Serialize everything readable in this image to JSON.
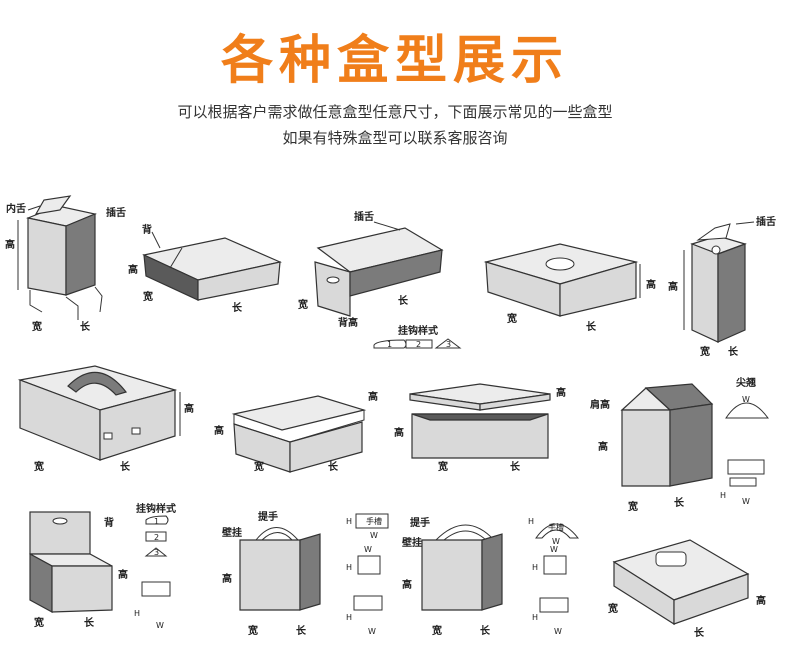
{
  "header": {
    "title": "各种盒型展示",
    "subtitle_1": "可以根据客户需求做任意盒型任意尺寸，下面展示常见的一些盒型",
    "subtitle_2": "如果有特殊盒型可以联系客服咨询"
  },
  "labels": {
    "inner_tongue": "内舌",
    "tuck": "插舌",
    "back": "背",
    "height": "高",
    "width": "宽",
    "length": "长",
    "hook_style": "挂钩样式",
    "hook_style_2": "挂钩样式",
    "pointed": "尖翘",
    "shoulder_height": "肩高",
    "wall_hang": "壁挂",
    "handle": "提手",
    "hand_hole": "手槽",
    "W": "W",
    "H": "H",
    "n1": "1",
    "n2": "2",
    "n3": "3"
  }
}
